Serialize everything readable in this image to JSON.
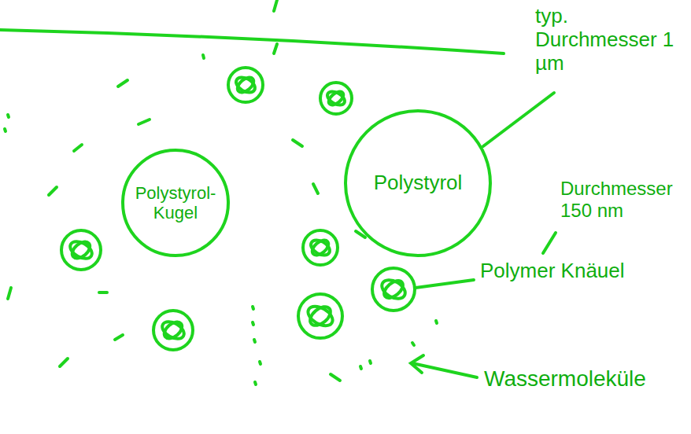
{
  "diagram": {
    "nodes": [
      {
        "text": [
          "Polystyrol-Kugel"
        ]
      },
      {
        "text": [
          "Polystyrol"
        ]
      }
    ],
    "labels": [
      "typ. Durchmesser 1 µm",
      "Durchmesser 150 nm",
      "Polymer Knäuel",
      "Wassermoleküle"
    ]
  }
}
